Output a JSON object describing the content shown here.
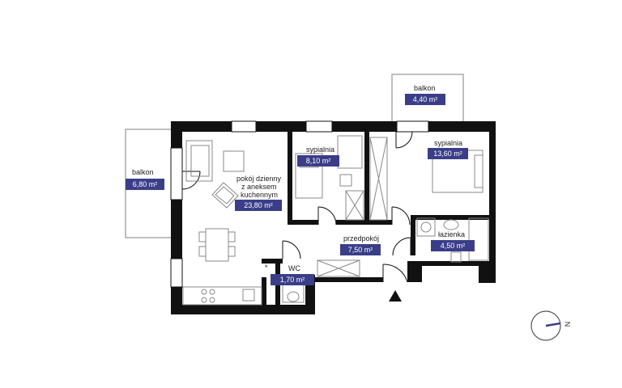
{
  "rooms": [
    {
      "id": "balcony-left",
      "name": "balkon",
      "area": "6,80 m²"
    },
    {
      "id": "balcony-top",
      "name": "balkon",
      "area": "4,40 m²"
    },
    {
      "id": "living",
      "name_lines": [
        "pokój dzienny",
        "z aneksem",
        "kuchennym"
      ],
      "area": "23,80 m²"
    },
    {
      "id": "bedroom-small",
      "name": "sypialnia",
      "area": "8,10 m²"
    },
    {
      "id": "bedroom-large",
      "name": "sypialnia",
      "area": "13,60 m²"
    },
    {
      "id": "hall",
      "name": "przedpokój",
      "area": "7,50 m²"
    },
    {
      "id": "bathroom",
      "name": "łazienka",
      "area": "4,50 m²"
    },
    {
      "id": "wc",
      "name": "WC",
      "area": "1,70 m²"
    }
  ],
  "compass": {
    "label": "N"
  },
  "colors": {
    "walls": "#111111",
    "area_badge": "#3a3e88",
    "furniture": "#888888",
    "balcony": "#aaaaaa"
  }
}
